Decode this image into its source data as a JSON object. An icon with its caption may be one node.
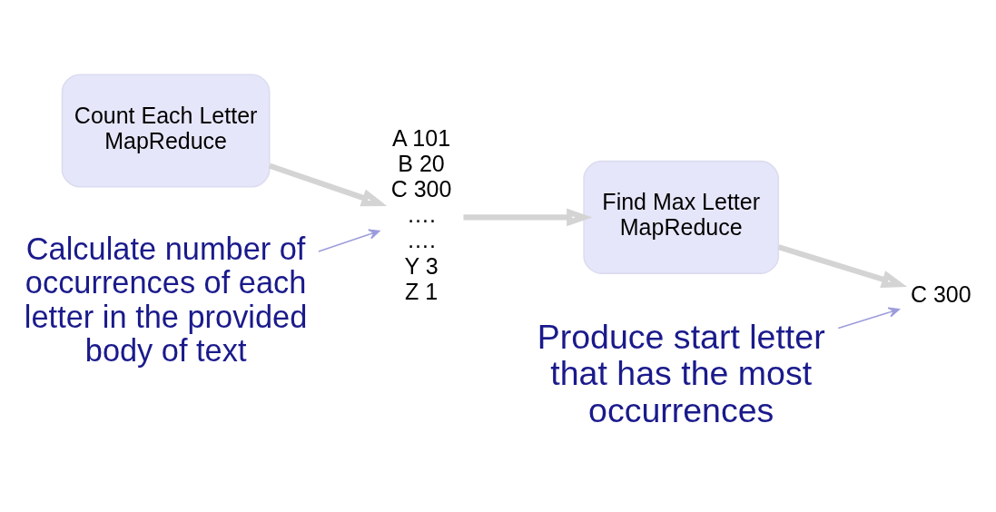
{
  "diagram": {
    "nodes": [
      {
        "text": [
          "Count Each Letter MapReduce"
        ]
      },
      {
        "text": [
          "A 101",
          "B 20",
          "C 300",
          "….",
          "….",
          "Y 3",
          "Z 1"
        ]
      },
      {
        "text": [
          "Find Max Letter MapReduce"
        ]
      },
      {
        "text": [
          "C 300"
        ]
      },
      {
        "text": [
          "Calculate number of occurrences of each letter in the provided body of text"
        ]
      },
      {
        "text": [
          "Produce start letter that has the most occurrences"
        ]
      }
    ],
    "edges": [
      {
        "from": 0,
        "to": 1,
        "arrow": "to"
      },
      {
        "from": 1,
        "to": 2,
        "arrow": "to"
      },
      {
        "from": 2,
        "to": 3,
        "arrow": "to"
      },
      {
        "from": 4,
        "to": 1,
        "arrow": "to",
        "color": "#9c9cdc"
      },
      {
        "from": 5,
        "to": 3,
        "arrow": "to",
        "color": "#9c9cdc"
      }
    ]
  }
}
